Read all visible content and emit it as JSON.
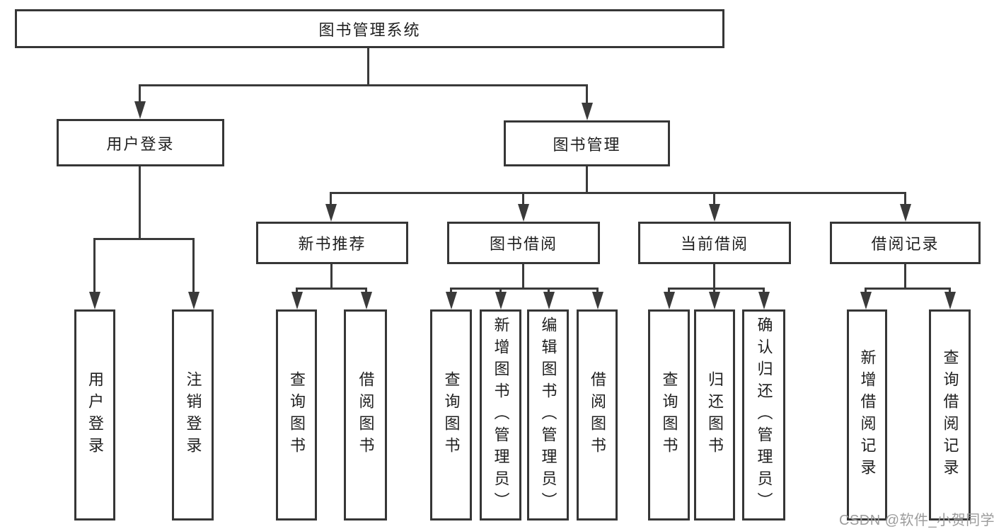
{
  "diagram": {
    "root": {
      "label": "图书管理系统"
    },
    "level2": [
      {
        "label": "用户登录"
      },
      {
        "label": "图书管理"
      }
    ],
    "level3": [
      {
        "label": "新书推荐"
      },
      {
        "label": "图书借阅"
      },
      {
        "label": "当前借阅"
      },
      {
        "label": "借阅记录"
      }
    ],
    "leaves": {
      "user_login": [
        "用户登录",
        "注销登录"
      ],
      "new_book": [
        "查询图书",
        "借阅图书"
      ],
      "book_borrow": [
        "查询图书",
        "新增图书（管理员）",
        "编辑图书（管理员）",
        "借阅图书"
      ],
      "current_borrow": [
        "查询图书",
        "归还图书",
        "确认归还（管理员）"
      ],
      "borrow_record": [
        "新增借阅记录",
        "查询借阅记录"
      ]
    }
  },
  "watermark": {
    "text": "CSDN @软件_小贺同学"
  },
  "colors": {
    "line": "#3a3a3a",
    "border": "#363636",
    "text": "#1f1f1f",
    "background": "#ffffff",
    "watermark": "#9c9c9c"
  }
}
